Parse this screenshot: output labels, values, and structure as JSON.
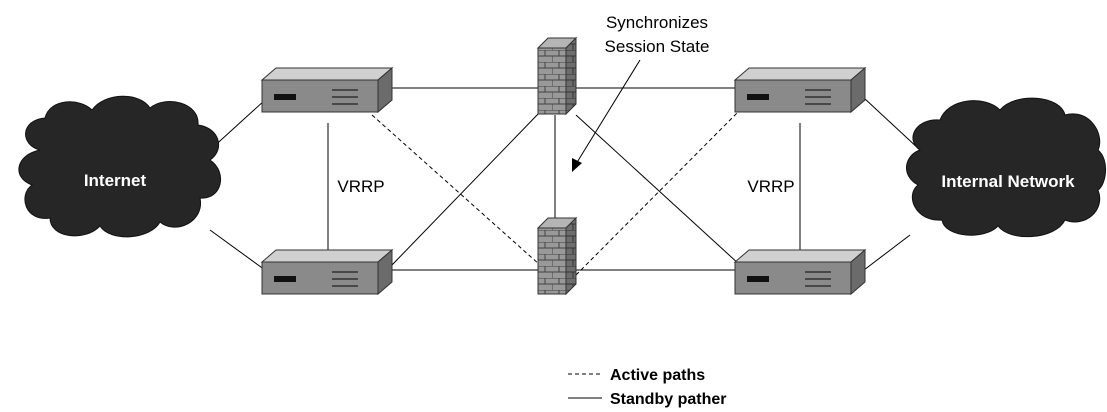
{
  "clouds": {
    "internet": "Internet",
    "internal": "Internal Network"
  },
  "labels": {
    "vrrp_left": "VRRP",
    "vrrp_right": "VRRP",
    "sync_line1": "Synchronizes",
    "sync_line2": "Session State"
  },
  "legend": {
    "active": "Active paths",
    "standby": "Standby pather"
  },
  "colors": {
    "cloud": "#2b2b2b",
    "router_top": "#c9c9c9",
    "router_front": "#8a8a8a",
    "router_side": "#6e6e6e",
    "brick": "#8f8f8f",
    "mortar": "#555555"
  },
  "icons": {
    "router": "router-icon",
    "firewall": "firewall-icon",
    "cloud": "cloud-icon"
  }
}
